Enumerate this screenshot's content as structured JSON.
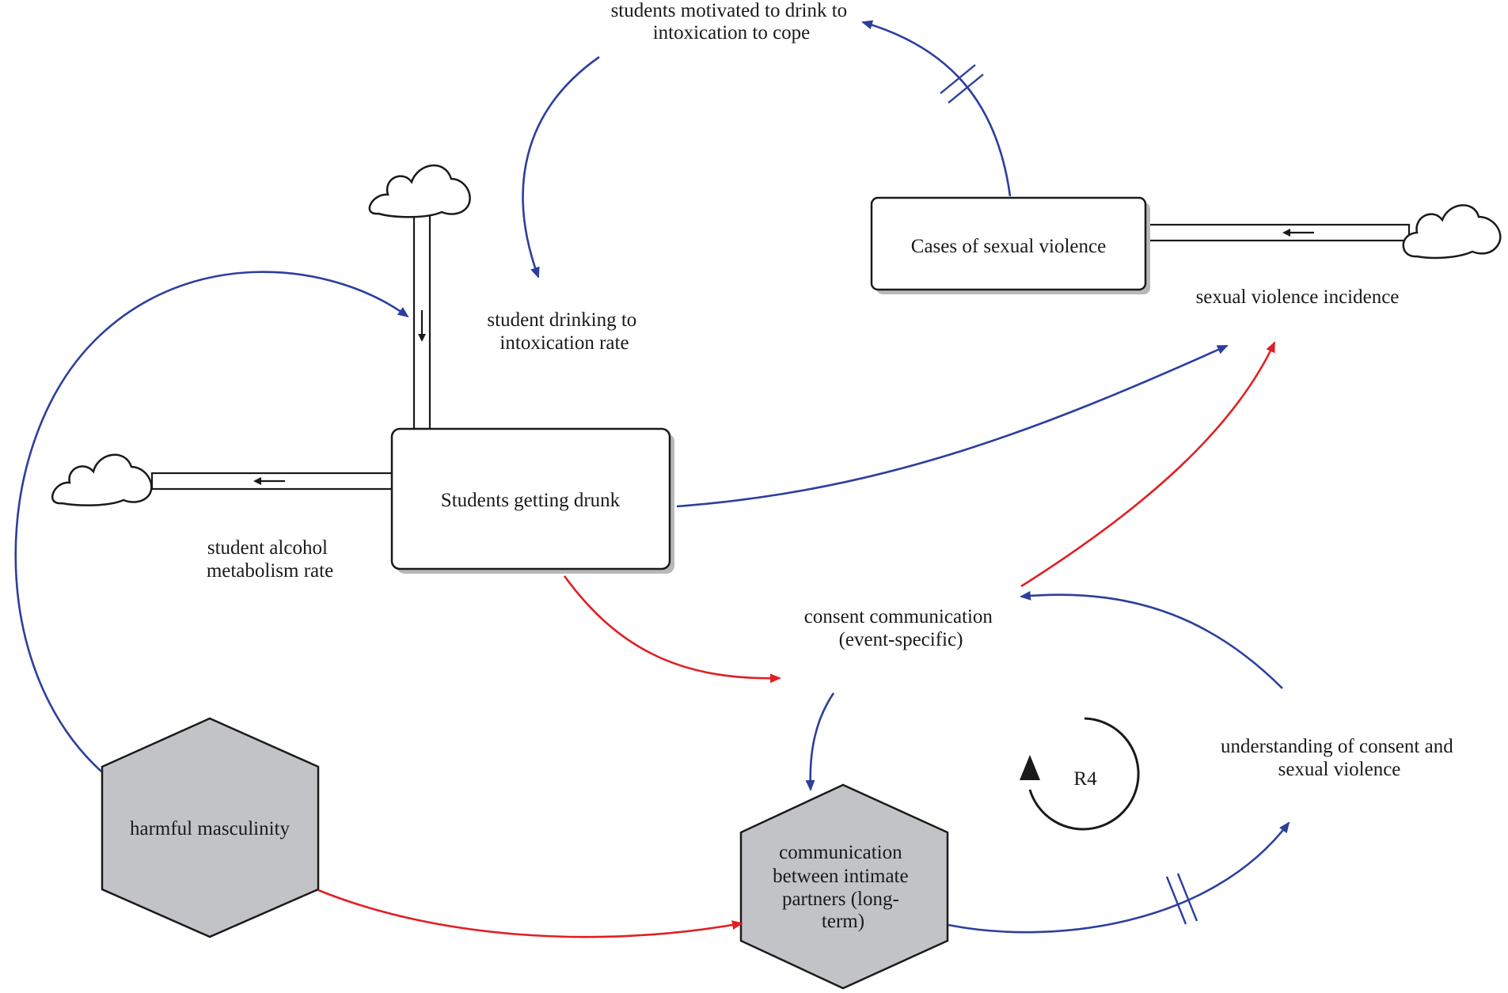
{
  "stocks": {
    "students_getting_drunk": "Students getting drunk",
    "cases_sexual_violence": "Cases of sexual violence"
  },
  "flows": {
    "drinking_rate": [
      "student drinking to",
      "intoxication rate"
    ],
    "metabolism_rate": [
      "student alcohol",
      "metabolism rate"
    ],
    "incidence": "sexual violence incidence"
  },
  "variables": {
    "motivated": [
      "students motivated to drink to",
      "intoxication to cope"
    ],
    "consent_event": [
      "consent communication",
      "(event-specific)"
    ],
    "understanding": [
      "understanding of consent and",
      "sexual violence"
    ]
  },
  "hexagons": {
    "masculinity": "harmful masculinity",
    "partners": [
      "communication",
      "between intimate",
      "partners (long-",
      "term)"
    ]
  },
  "loop": {
    "label": "R4"
  },
  "colors": {
    "positive": "#2c3f9c",
    "negative": "#e01f25",
    "hex_fill": "#c2c3c7"
  },
  "icons": [
    "cloud-icon",
    "flow-arrow-icon",
    "arrowhead-icon",
    "delay-mark-icon",
    "loop-arrow-icon"
  ]
}
